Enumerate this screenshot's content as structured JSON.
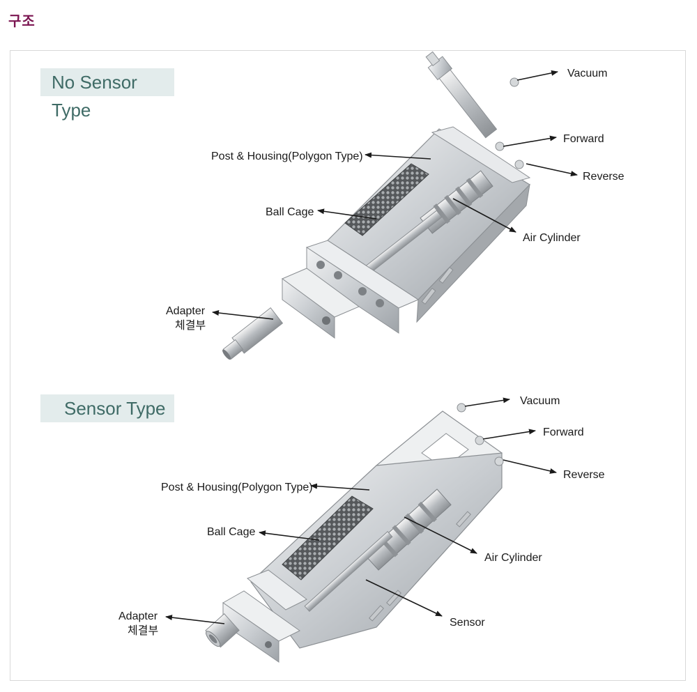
{
  "heading": "구조",
  "sections": [
    {
      "title": "No Sensor Type",
      "labels": {
        "vacuum": "Vacuum",
        "forward": "Forward",
        "reverse": "Reverse",
        "post_housing": "Post & Housing(Polygon Type)",
        "ball_cage": "Ball Cage",
        "air_cylinder": "Air Cylinder",
        "adapter_1": "Adapter",
        "adapter_2": "체결부"
      }
    },
    {
      "title": "Sensor Type",
      "labels": {
        "vacuum": "Vacuum",
        "forward": "Forward",
        "reverse": "Reverse",
        "post_housing": "Post & Housing(Polygon Type)",
        "ball_cage": "Ball Cage",
        "air_cylinder": "Air Cylinder",
        "sensor": "Sensor",
        "adapter_1": "Adapter",
        "adapter_2": "체결부"
      }
    }
  ],
  "colors": {
    "heading": "#7a1450",
    "tag_bg": "#e3ecec",
    "tag_text": "#3f6b66",
    "metal": "#c9cdd1",
    "ball_cage": "#6b6e70"
  }
}
